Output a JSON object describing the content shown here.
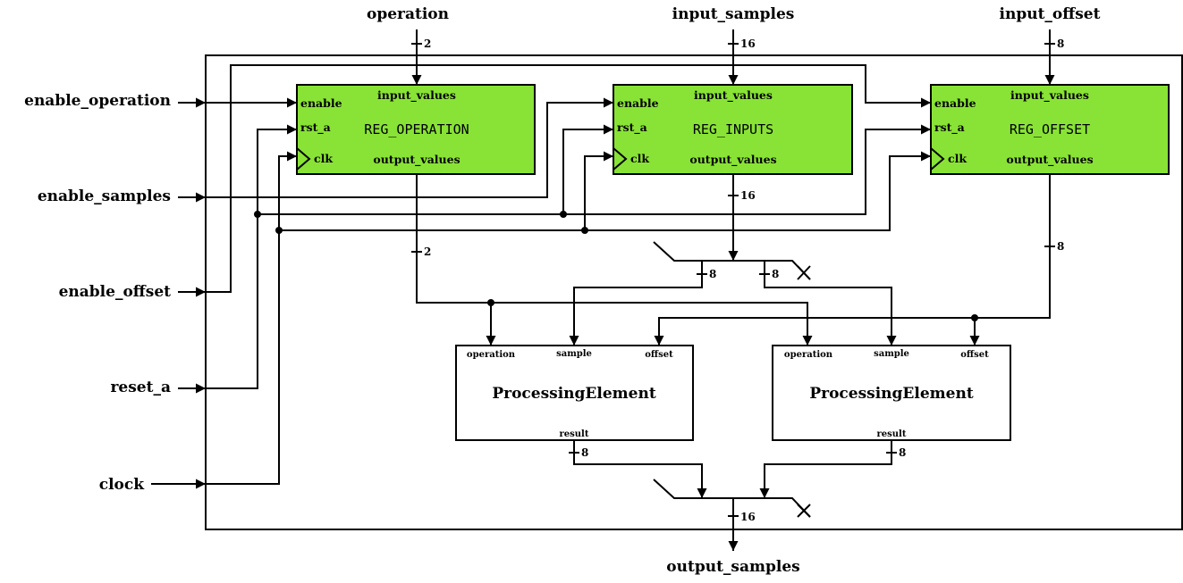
{
  "colors": {
    "register_fill": "#89e336",
    "processing_fill": "#ffffff",
    "wire": "#000000"
  },
  "top_inputs": {
    "operation": "operation",
    "input_samples": "input_samples",
    "input_offset": "input_offset"
  },
  "left_inputs": {
    "enable_operation": "enable_operation",
    "enable_samples": "enable_samples",
    "enable_offset": "enable_offset",
    "reset_a": "reset_a",
    "clock": "clock"
  },
  "output": "output_samples",
  "registers": [
    {
      "name": "REG_OPERATION",
      "enable": "enable",
      "rst": "rst_a",
      "clk": "clk",
      "input": "input_values",
      "output": "output_values"
    },
    {
      "name": "REG_INPUTS",
      "enable": "enable",
      "rst": "rst_a",
      "clk": "clk",
      "input": "input_values",
      "output": "output_values"
    },
    {
      "name": "REG_OFFSET",
      "enable": "enable",
      "rst": "rst_a",
      "clk": "clk",
      "input": "input_values",
      "output": "output_values"
    }
  ],
  "processing_elements": [
    {
      "name": "ProcessingElement",
      "operation": "operation",
      "sample": "sample",
      "offset": "offset",
      "result": "result"
    },
    {
      "name": "ProcessingElement",
      "operation": "operation",
      "sample": "sample",
      "offset": "offset",
      "result": "result"
    }
  ],
  "bus_widths": {
    "operation_in": "2",
    "samples_in": "16",
    "offset_in": "8",
    "operation_reg_out": "2",
    "samples_reg_out": "16",
    "offset_reg_out": "8",
    "split_a": "8",
    "split_b": "8",
    "pe1_result": "8",
    "pe2_result": "8",
    "output": "16"
  }
}
